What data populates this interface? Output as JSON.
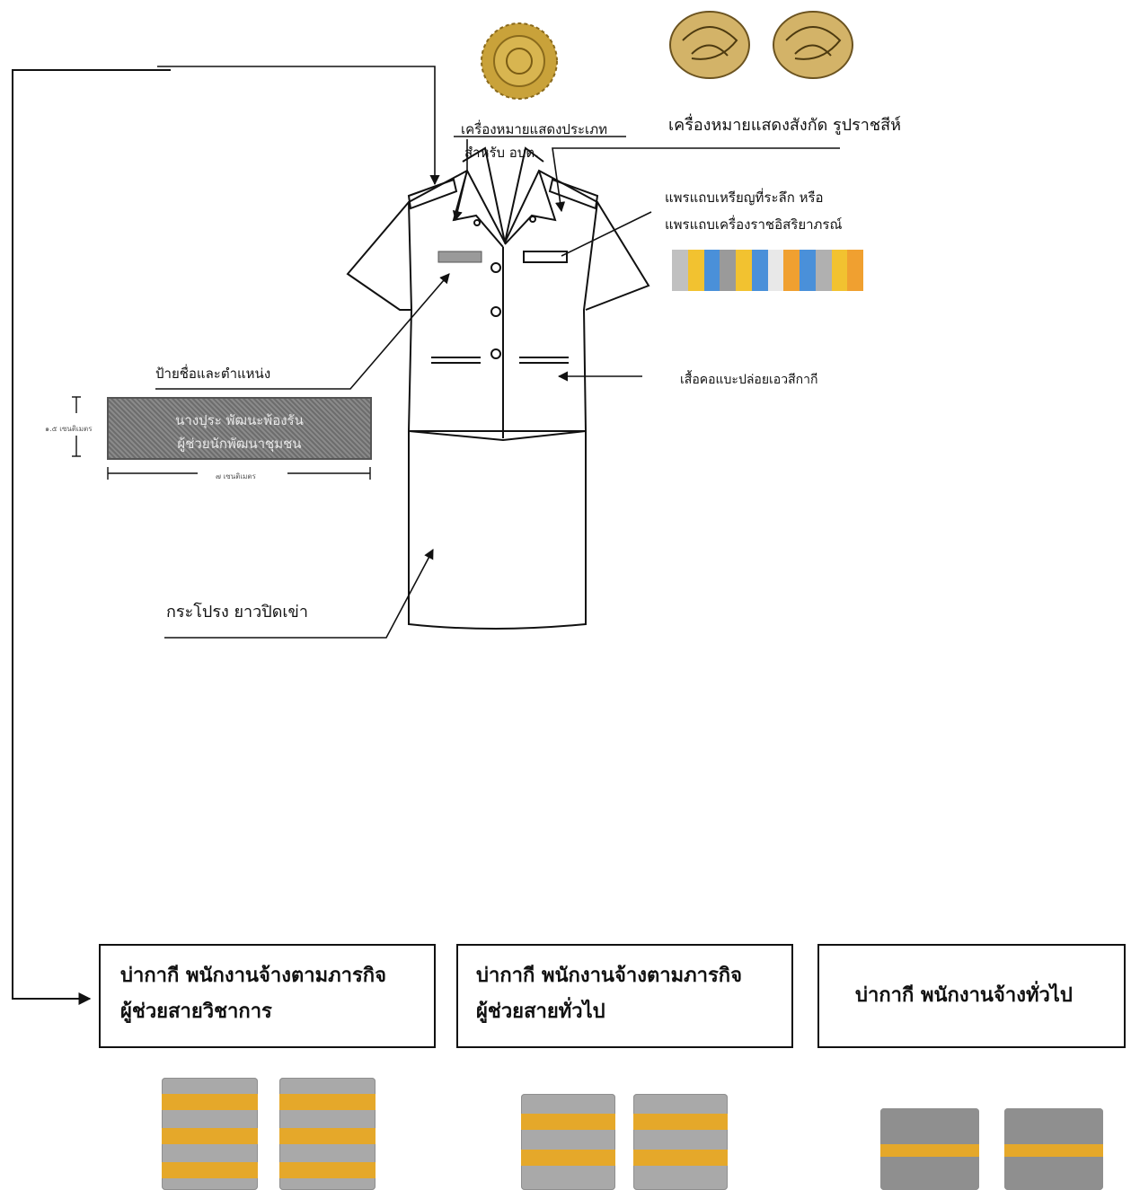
{
  "labels": {
    "type_insignia": [
      "เครื่องหมายแสดงประเภท",
      "สำหรับ อบต."
    ],
    "affiliation_insignia": "เครื่องหมายแสดงสังกัด รูปราชสีห์",
    "ribbon_bar": [
      "แพรแถบเหรียญที่ระลึก หรือ",
      "แพรแถบเครื่องราชอิสริยาภรณ์"
    ],
    "nameplate_caption": "ป้ายชื่อและตำแหน่ง",
    "shirt": "เสื้อคอแบะปล่อยเอวสีกากี",
    "skirt": "กระโปรง ยาวปิดเข่า"
  },
  "nameplate": {
    "line1": "นางปุระ พัฒนะพ้องรัน",
    "line2": "ผู้ช่วยนักพัฒนาชุมชน",
    "height_dim": "๑.๕ เซนติเมตร",
    "width_dim": "๗ เซนติเมตร"
  },
  "boxes": [
    {
      "line1": "บ่ากากี พนักงานจ้างตามภารกิจ",
      "line2": "ผู้ช่วยสายวิชาการ",
      "stripes": 3
    },
    {
      "line1": "บ่ากากี พนักงานจ้างตามภารกิจ",
      "line2": "ผู้ช่วยสายทั่วไป",
      "stripes": 2
    },
    {
      "line1": "บ่ากากี พนักงานจ้างทั่วไป",
      "line2": "",
      "stripes": 1
    }
  ],
  "colors": {
    "epaulet_gray": "#a9a9a9",
    "stripe_gold": "#e5a82a",
    "ribbon_blue": "#4a90d9",
    "ribbon_yellow": "#f2c230"
  }
}
